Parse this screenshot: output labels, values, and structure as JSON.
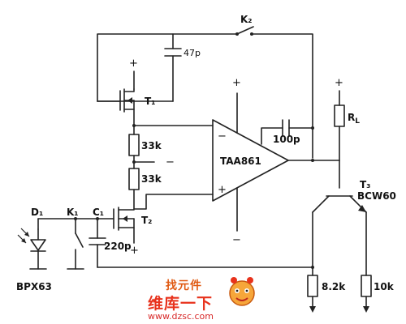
{
  "labels": {
    "switch_k2": "K₂",
    "cap_47p": "47p",
    "transistor_t1": "T₁",
    "res_r_l": "R",
    "res_r_l_sub": "L",
    "cap_100p": "100p",
    "res_33k_top": "33k",
    "res_33k_bottom": "33k",
    "opamp": "TAA861",
    "transistor_t3": "T₃",
    "transistor_t3_part": "BCW60",
    "diode_d1": "D₁",
    "switch_k1": "K₁",
    "cap_c1": "C₁",
    "transistor_t2": "T₂",
    "cap_220p": "220p",
    "photodiode_part": "BPX63",
    "res_8k2": "8.2k",
    "res_10k": "10k",
    "minus_input": "−",
    "plus_input": "+",
    "minus_feed": "−",
    "supply_plus": "+",
    "supply_minus": "−"
  },
  "watermark": {
    "top": "找元件",
    "main": "维库一下",
    "url": "www.dzsc.com"
  },
  "colors": {
    "line": "#222222",
    "watermark_orange": "#e05a12",
    "watermark_red": "#e8321c"
  }
}
